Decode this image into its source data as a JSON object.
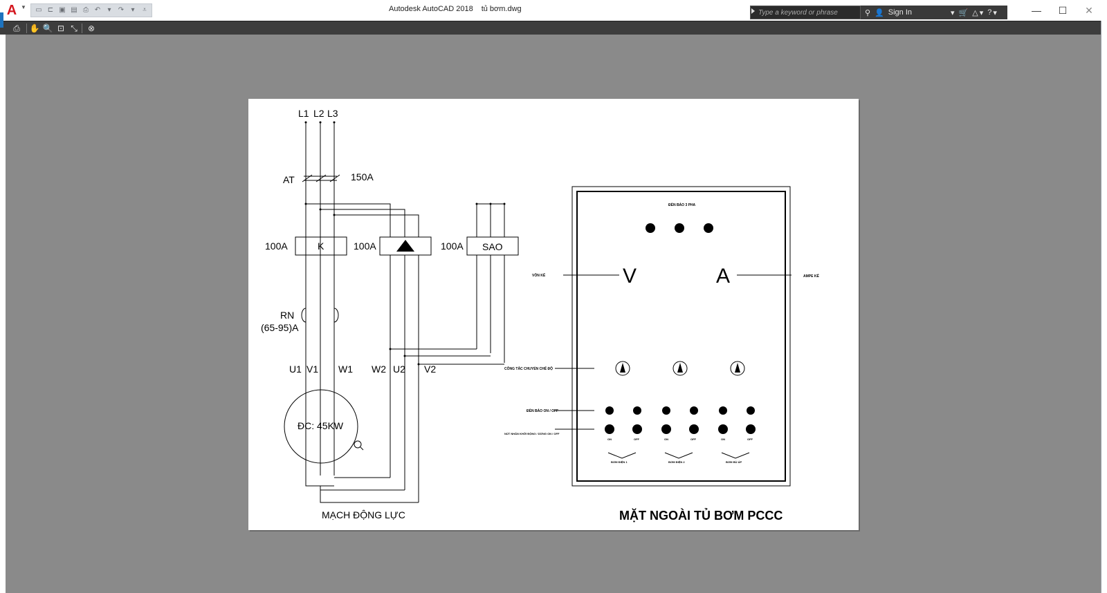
{
  "titlebar": {
    "app_name": "Autodesk AutoCAD 2018",
    "file_name": "tủ bơm.dwg",
    "search_placeholder": "Type a keyword or phrase",
    "sign_in": "Sign In",
    "logo_letter": "A"
  },
  "drawing": {
    "power_circuit": {
      "phases": [
        "L1",
        "L2",
        "L3"
      ],
      "breaker_label": "AT",
      "breaker_rating": "150A",
      "contactor_k_rating": "100A",
      "contactor_k": "K",
      "contactor_delta_rating": "100A",
      "contactor_star_rating": "100A",
      "contactor_star": "SAO",
      "overload_label": "RN",
      "overload_range": "(65-95)A",
      "terminals": [
        "U1",
        "V1",
        "W1",
        "W2",
        "U2",
        "V2"
      ],
      "motor": "ĐC: 45KW",
      "title": "MẠCH ĐỘNG LỰC"
    },
    "panel_face": {
      "title": "MẶT NGOÀI TỦ BƠM PCCC",
      "top_label": "ĐÈN BÁO 3 PHA",
      "voltmeter": "V",
      "ammeter": "A",
      "voltmeter_label": "VÔN KẾ",
      "ammeter_label": "AMPE KẾ",
      "selector_label": "CÔNG TẮC CHUYỂN CHẾ ĐỘ",
      "lamp_label": "ĐÈN BÁO ON / OFF",
      "button_label": "NÚT NHẤN KHỞI ĐỘNG / DỪNG ON / OFF",
      "button_captions": [
        "ON",
        "OFF",
        "ON",
        "OFF",
        "ON",
        "OFF"
      ],
      "groups": [
        "BƠM ĐIỆN 1",
        "BƠM ĐIỆN 2",
        "BƠM BÙ ÁP"
      ]
    }
  }
}
